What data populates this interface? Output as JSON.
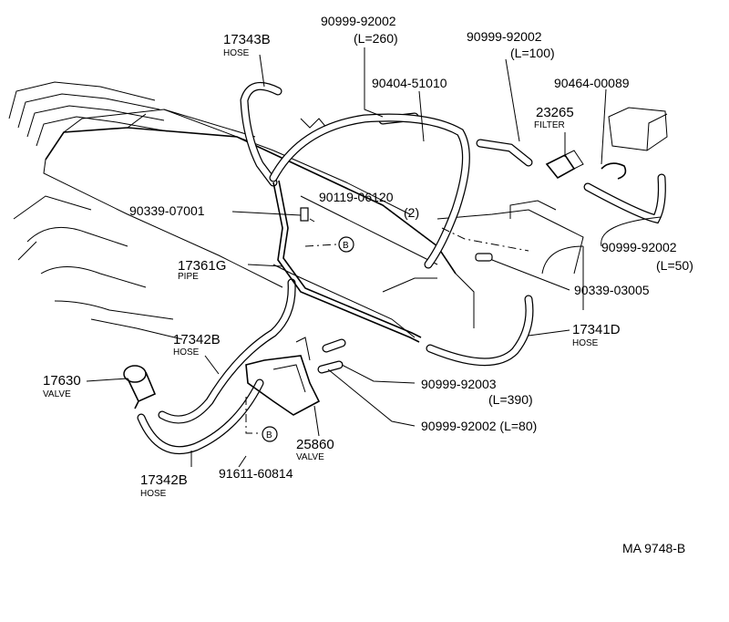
{
  "labels": {
    "p17343b_num": "17343B",
    "p17343b_name": "HOSE",
    "p9099902002_260_num": "90999-92002",
    "p9099902002_260_len": "(L=260)",
    "p9099902002_100_num": "90999-92002",
    "p9099902002_100_len": "(L=100)",
    "p9040451010_num": "90404-51010",
    "p9046400089_num": "90464-00089",
    "p23265_num": "23265",
    "p23265_name": "FILTER",
    "p9011906120_num": "90119-06120",
    "p9011906120_qty": "(2)",
    "p9033907001_num": "90339-07001",
    "p17361g_num": "17361G",
    "p17361g_name": "PIPE",
    "p9099992002_50_num": "90999-92002",
    "p9099992002_50_len": "(L=50)",
    "p9033903005_num": "90339-03005",
    "p17341d_num": "17341D",
    "p17341d_name": "HOSE",
    "p17342b_top_num": "17342B",
    "p17342b_top_name": "HOSE",
    "p17630_num": "17630",
    "p17630_name": "VALVE",
    "p9099992003_num": "90999-92003",
    "p9099992003_len": "(L=390)",
    "p9099992002_80": "90999-92002 (L=80)",
    "p25860_num": "25860",
    "p25860_name": "VALVE",
    "p9161160814_num": "91611-60814",
    "p17342b_bot_num": "17342B",
    "p17342b_bot_name": "HOSE",
    "marker_b": "B",
    "diagram_code": "MA 9748-B"
  }
}
